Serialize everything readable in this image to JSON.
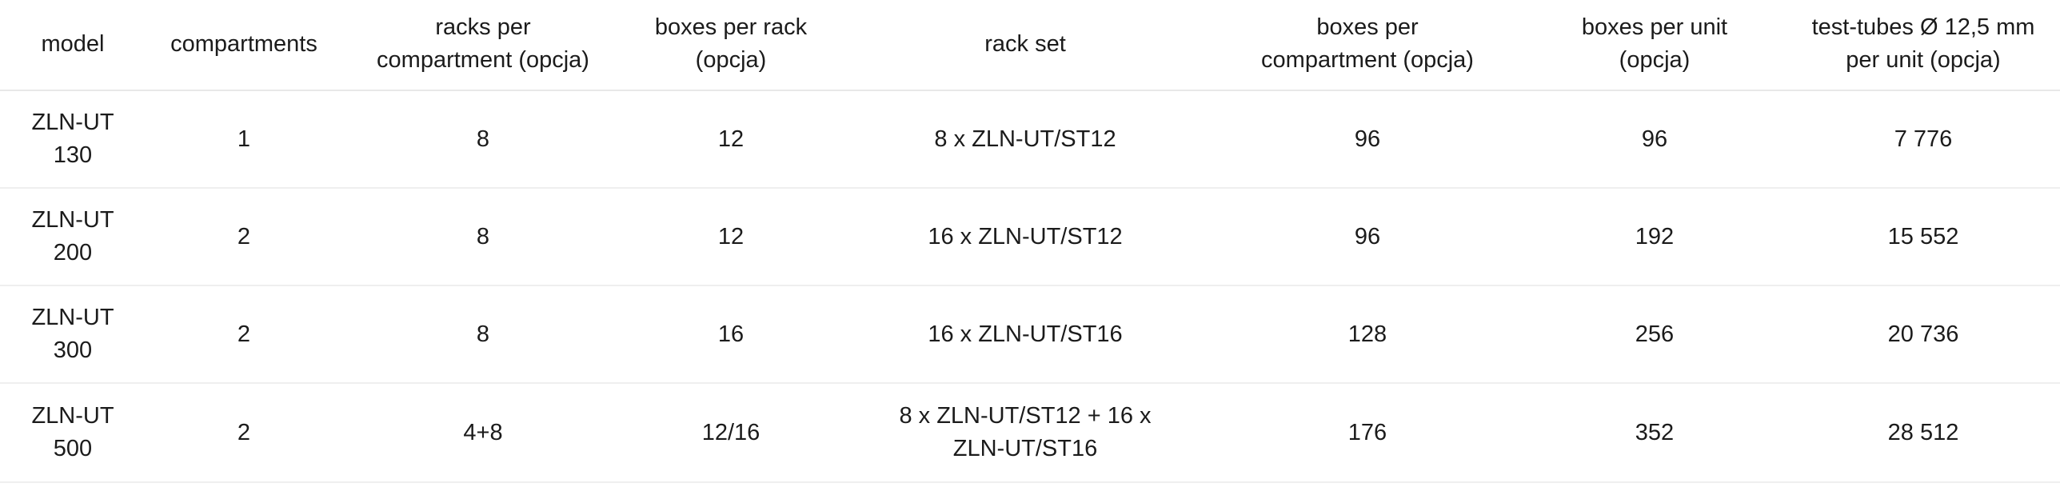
{
  "table": {
    "caption": "",
    "columns": [
      {
        "key": "model",
        "label": "model"
      },
      {
        "key": "compartments",
        "label": "compartments"
      },
      {
        "key": "racks",
        "label": "racks per\ncompartment (opcja)"
      },
      {
        "key": "boxes_rack",
        "label": "boxes per rack\n(opcja)"
      },
      {
        "key": "rack_set",
        "label": "rack set"
      },
      {
        "key": "boxes_comp",
        "label": "boxes per\ncompartment (opcja)"
      },
      {
        "key": "boxes_unit",
        "label": "boxes per unit\n(opcja)"
      },
      {
        "key": "test_tubes",
        "label": "test-tubes Ø 12,5 mm\nper unit (opcja)"
      }
    ],
    "rows": [
      {
        "model": "ZLN-UT\n130",
        "compartments": "1",
        "racks": "8",
        "boxes_rack": "12",
        "rack_set": "8 x ZLN-UT/ST12",
        "boxes_comp": "96",
        "boxes_unit": "96",
        "test_tubes": "7 776"
      },
      {
        "model": "ZLN-UT\n200",
        "compartments": "2",
        "racks": "8",
        "boxes_rack": "12",
        "rack_set": "16 x ZLN-UT/ST12",
        "boxes_comp": "96",
        "boxes_unit": "192",
        "test_tubes": "15 552"
      },
      {
        "model": "ZLN-UT\n300",
        "compartments": "2",
        "racks": "8",
        "boxes_rack": "16",
        "rack_set": "16 x ZLN-UT/ST16",
        "boxes_comp": "128",
        "boxes_unit": "256",
        "test_tubes": "20 736"
      },
      {
        "model": "ZLN-UT\n500",
        "compartments": "2",
        "racks": "4+8",
        "boxes_rack": "12/16",
        "rack_set": "8 x ZLN-UT/ST12 + 16 x\nZLN-UT/ST16",
        "boxes_comp": "176",
        "boxes_unit": "352",
        "test_tubes": "28 512"
      }
    ]
  },
  "colors": {
    "text": "#1b1b1b",
    "background": "#ffffff",
    "header_rule": "#e8e8e8",
    "row_rule": "#efefef"
  }
}
